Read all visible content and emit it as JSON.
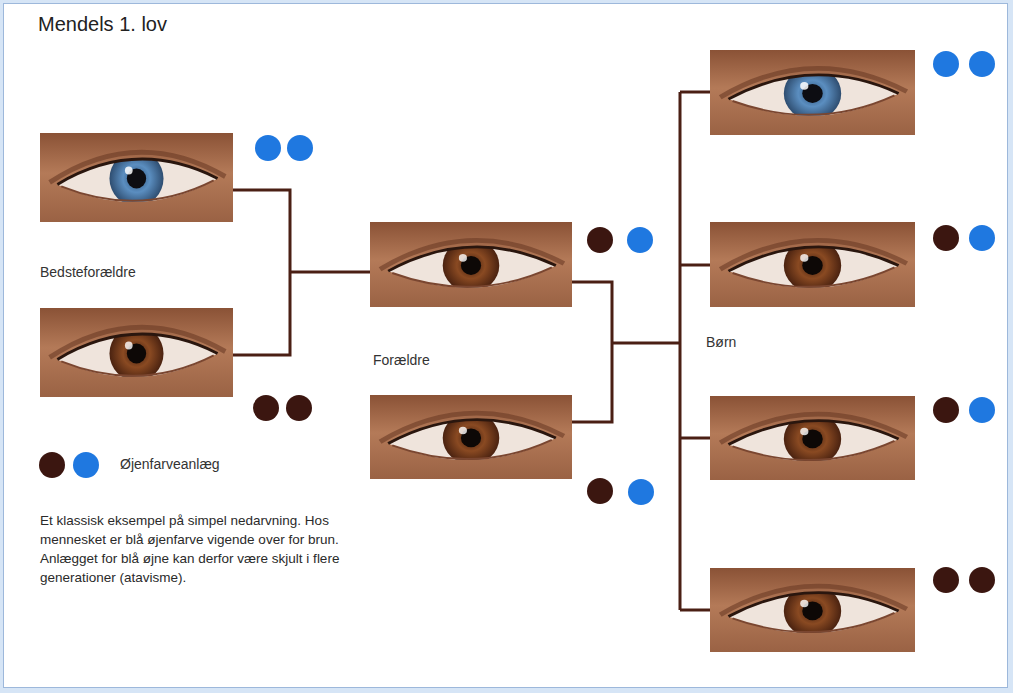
{
  "diagram": {
    "title": "Mendels 1. lov",
    "caption": "Et klassisk eksempel på simpel nedarvning. Hos mennesket er blå øjenfarve vigende over for brun. Anlægget for blå øjne kan derfor være skjult i flere generationer (atavisme).",
    "labels": [
      "Bedsteforældre",
      "Forældre",
      "Børn"
    ],
    "legend": [
      {
        "text": "Øjenfarveanlæg"
      }
    ]
  }
}
